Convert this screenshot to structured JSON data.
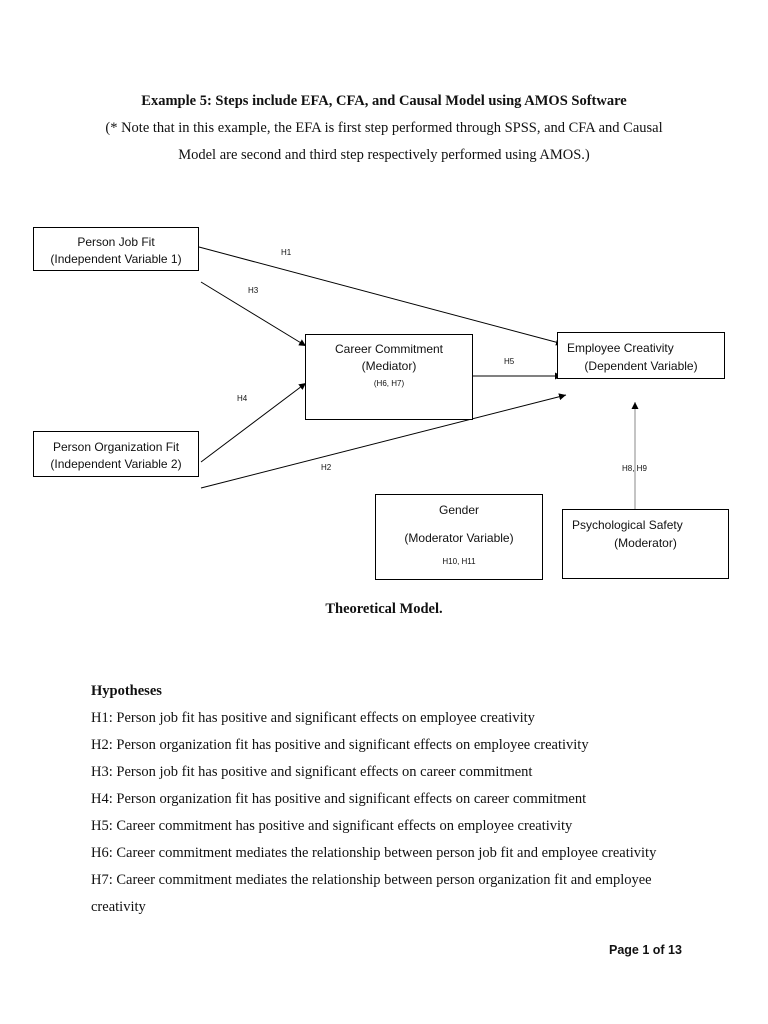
{
  "header": {
    "title": "Example 5: Steps include EFA, CFA, and Causal Model using AMOS Software",
    "note_line1": "(* Note that in this example, the EFA is first step performed through SPSS, and CFA and Causal",
    "note_line2": "Model are second and third step respectively performed using AMOS.)"
  },
  "diagram": {
    "boxes": {
      "person_job_fit": {
        "line1": "Person Job Fit",
        "line2": "(Independent Variable 1)"
      },
      "person_org_fit": {
        "line1": "Person Organization Fit",
        "line2": "(Independent Variable 2)"
      },
      "career_commitment": {
        "line1": "Career Commitment",
        "line2": "(Mediator)",
        "line3": "(H6, H7)"
      },
      "employee_creativity": {
        "line1": "Employee Creativity",
        "line2": "(Dependent Variable)"
      },
      "gender": {
        "line1": "Gender",
        "line2": "(Moderator Variable)",
        "line3": "H10, H11"
      },
      "psych_safety": {
        "line1": "Psychological Safety",
        "line2": "(Moderator)"
      }
    },
    "paths": {
      "h1": "H1",
      "h2": "H2",
      "h3": "H3",
      "h4": "H4",
      "h5": "H5",
      "h8_h9": "H8, H9"
    },
    "caption": "Theoretical Model."
  },
  "hypotheses": {
    "heading": "Hypotheses",
    "items": [
      "H1: Person job fit has positive and significant effects on employee creativity",
      "H2: Person organization fit has positive and significant effects on employee creativity",
      "H3: Person job fit has positive and significant effects on career commitment",
      "H4: Person organization fit has positive and significant effects on career commitment",
      "H5: Career commitment has positive and significant effects on employee creativity",
      "H6: Career commitment mediates the relationship between person job fit and employee creativity",
      "H7: Career commitment mediates the relationship between person organization fit and employee"
    ],
    "h7_continuation": "creativity"
  },
  "footer": {
    "page": "Page 1 of 13"
  }
}
